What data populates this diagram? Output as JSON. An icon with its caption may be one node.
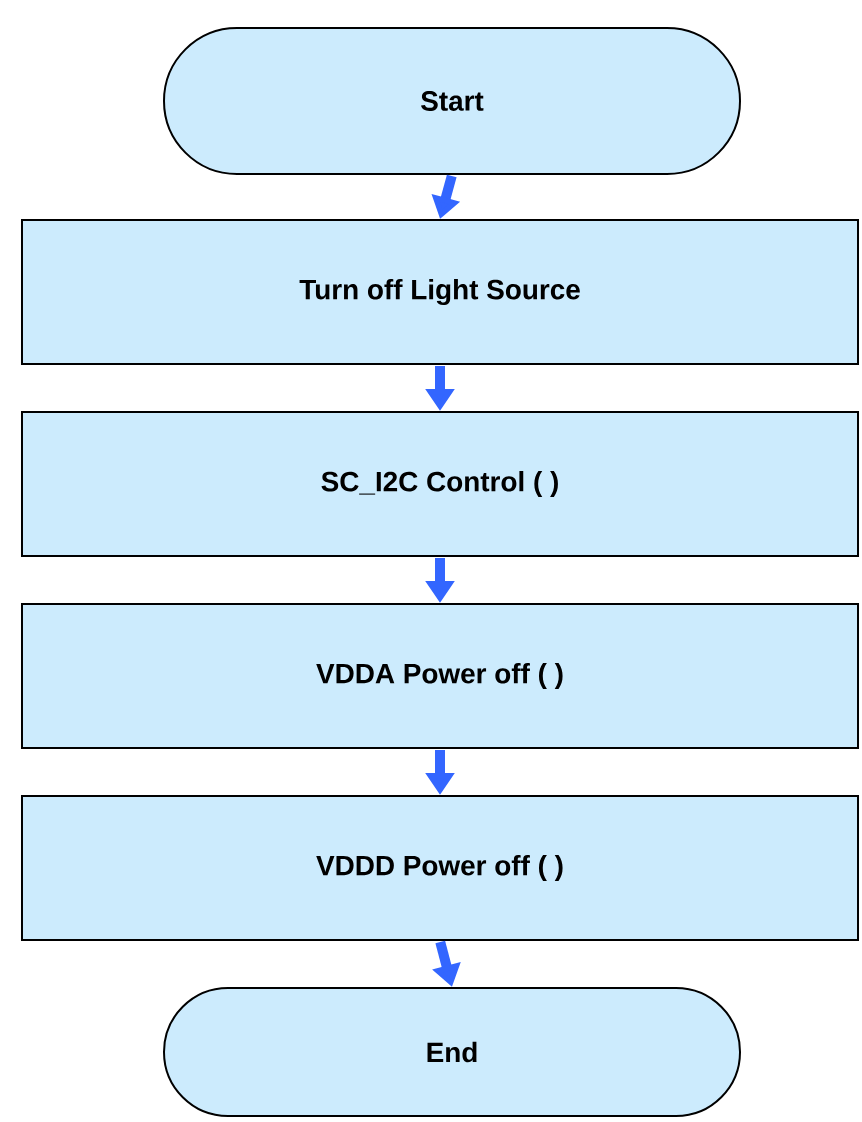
{
  "diagram": {
    "nodes": [
      {
        "text": [
          "Start"
        ]
      },
      {
        "text": [
          "Turn off Light Source"
        ]
      },
      {
        "text": [
          "SC_I2C Control ( )"
        ]
      },
      {
        "text": [
          "VDDA Power off ( )"
        ]
      },
      {
        "text": [
          "VDDD Power off ( )"
        ]
      },
      {
        "text": [
          "End"
        ]
      }
    ],
    "edges": [
      {
        "from": 0,
        "to": 1,
        "arrow": "to"
      },
      {
        "from": 1,
        "to": 2,
        "arrow": "to"
      },
      {
        "from": 2,
        "to": 3,
        "arrow": "to"
      },
      {
        "from": 3,
        "to": 4,
        "arrow": "to"
      },
      {
        "from": 4,
        "to": 5,
        "arrow": "to"
      }
    ]
  }
}
